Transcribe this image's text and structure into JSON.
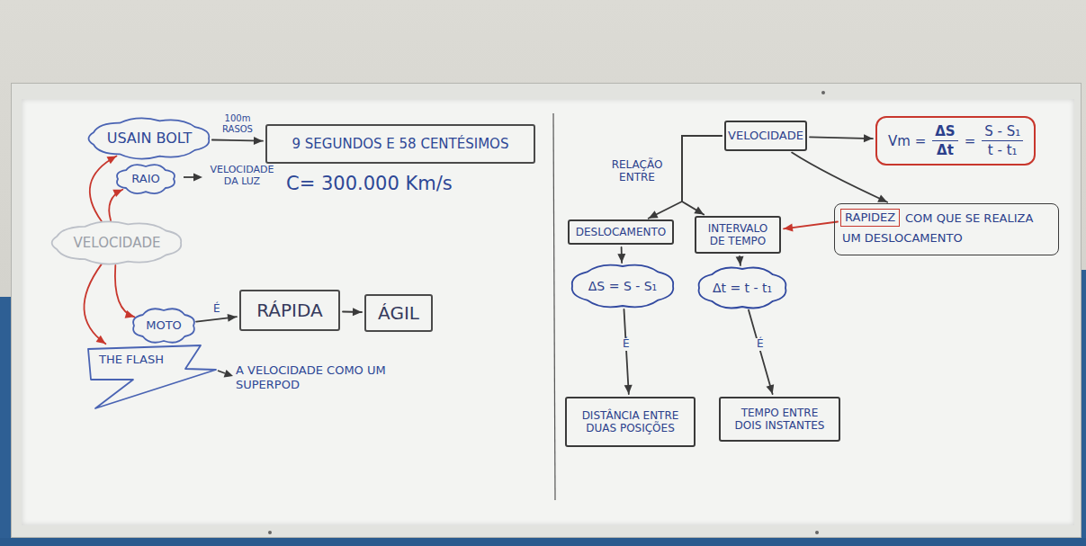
{
  "diagram": {
    "nodes": [
      {
        "text": [
          "USAIN BOLT"
        ]
      },
      {
        "text": [
          "9 SEGUNDOS E 58 CENTÉSIMOS"
        ]
      },
      {
        "text": [
          "RAIO"
        ]
      },
      {
        "text": [
          "VELOCIDADE"
        ]
      },
      {
        "text": [
          "MOTO"
        ]
      },
      {
        "text": [
          "RÁPIDA"
        ]
      },
      {
        "text": [
          "ÁGIL"
        ]
      },
      {
        "text": [
          "THE FLASH"
        ]
      },
      {
        "text": [
          "VELOCIDADE"
        ]
      },
      {
        "text": [
          "Vm =",
          "ΔS",
          "Δt",
          "=",
          "S - S₁",
          "t - t₁"
        ]
      },
      {
        "text": [
          "DESLOCAMENTO"
        ]
      },
      {
        "text": [
          "INTERVALO DE TEMPO"
        ]
      },
      {
        "text": [
          "COM QUE SE REALIZA UM DESLOCAMENTO"
        ]
      },
      {
        "text": [
          "RAPIDEZ"
        ],
        "in": 12
      },
      {
        "text": [
          "ΔS = S - S₁"
        ]
      },
      {
        "text": [
          "Δt = t - t₁"
        ]
      },
      {
        "text": [
          "DISTÂNCIA ENTRE DUAS POSIÇÕES"
        ]
      },
      {
        "text": [
          "TEMPO ENTRE DOIS INSTANTES"
        ]
      }
    ],
    "edges": [
      {
        "from": 0,
        "to": 1,
        "label": "100m RASOS",
        "arrow": "to"
      },
      {
        "from": 3,
        "to": 0,
        "arrow": "to"
      },
      {
        "from": 3,
        "to": 2,
        "arrow": "to"
      },
      {
        "from": 3,
        "to": 4,
        "arrow": "to"
      },
      {
        "from": 3,
        "to": 7,
        "arrow": "to"
      },
      {
        "from": 4,
        "to": 5,
        "label": "É",
        "arrow": "to"
      },
      {
        "from": 5,
        "to": 6,
        "arrow": "to"
      },
      {
        "from": 8,
        "to": 9,
        "arrow": "to"
      },
      {
        "from": 8,
        "to": 10,
        "arrow": "to"
      },
      {
        "from": 8,
        "to": 11,
        "arrow": "to"
      },
      {
        "from": 8,
        "to": 12,
        "arrow": "to"
      },
      {
        "from": 13,
        "to": 11,
        "arrow": "to"
      },
      {
        "from": 10,
        "to": 14,
        "arrow": "to"
      },
      {
        "from": 11,
        "to": 15,
        "arrow": "to"
      },
      {
        "from": 14,
        "to": 16,
        "label": "É",
        "arrow": "to"
      },
      {
        "from": 15,
        "to": 17,
        "label": "É",
        "arrow": "to"
      }
    ],
    "labels": [
      "VELOCIDADE DA LUZ",
      "C= 300.000 Km/s",
      "A VELOCIDADE COMO UM SUPERPOD",
      "RELAÇÃO ENTRE"
    ]
  }
}
